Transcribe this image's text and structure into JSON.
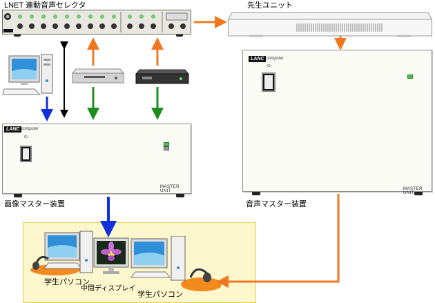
{
  "labels": {
    "selector": "LNET 連動音声セレクタ",
    "teacher_unit": "先生ユニット",
    "video_master": "画像マスター装置",
    "audio_master": "音声マスター装置",
    "student_pc_left": "学生パソコン",
    "middle_display": "中間ディスプレイ",
    "student_pc_right": "学生パソコン"
  },
  "devices": {
    "video_master": {
      "logo": "LANC",
      "sublabel": "compster",
      "unit_text": "MASTER UNIT"
    },
    "audio_master": {
      "logo": "LANC",
      "sublabel": "compster",
      "unit_text": "MASTER UNIT"
    },
    "selector": {
      "logo": "LANC"
    }
  },
  "colors": {
    "arrow_orange": "#f07820",
    "arrow_green": "#1e8c1e",
    "arrow_blue": "#1030d8",
    "arrow_black": "#000000",
    "classroom_fill": "#fcf7cd",
    "classroom_border": "#e6cf4a"
  }
}
